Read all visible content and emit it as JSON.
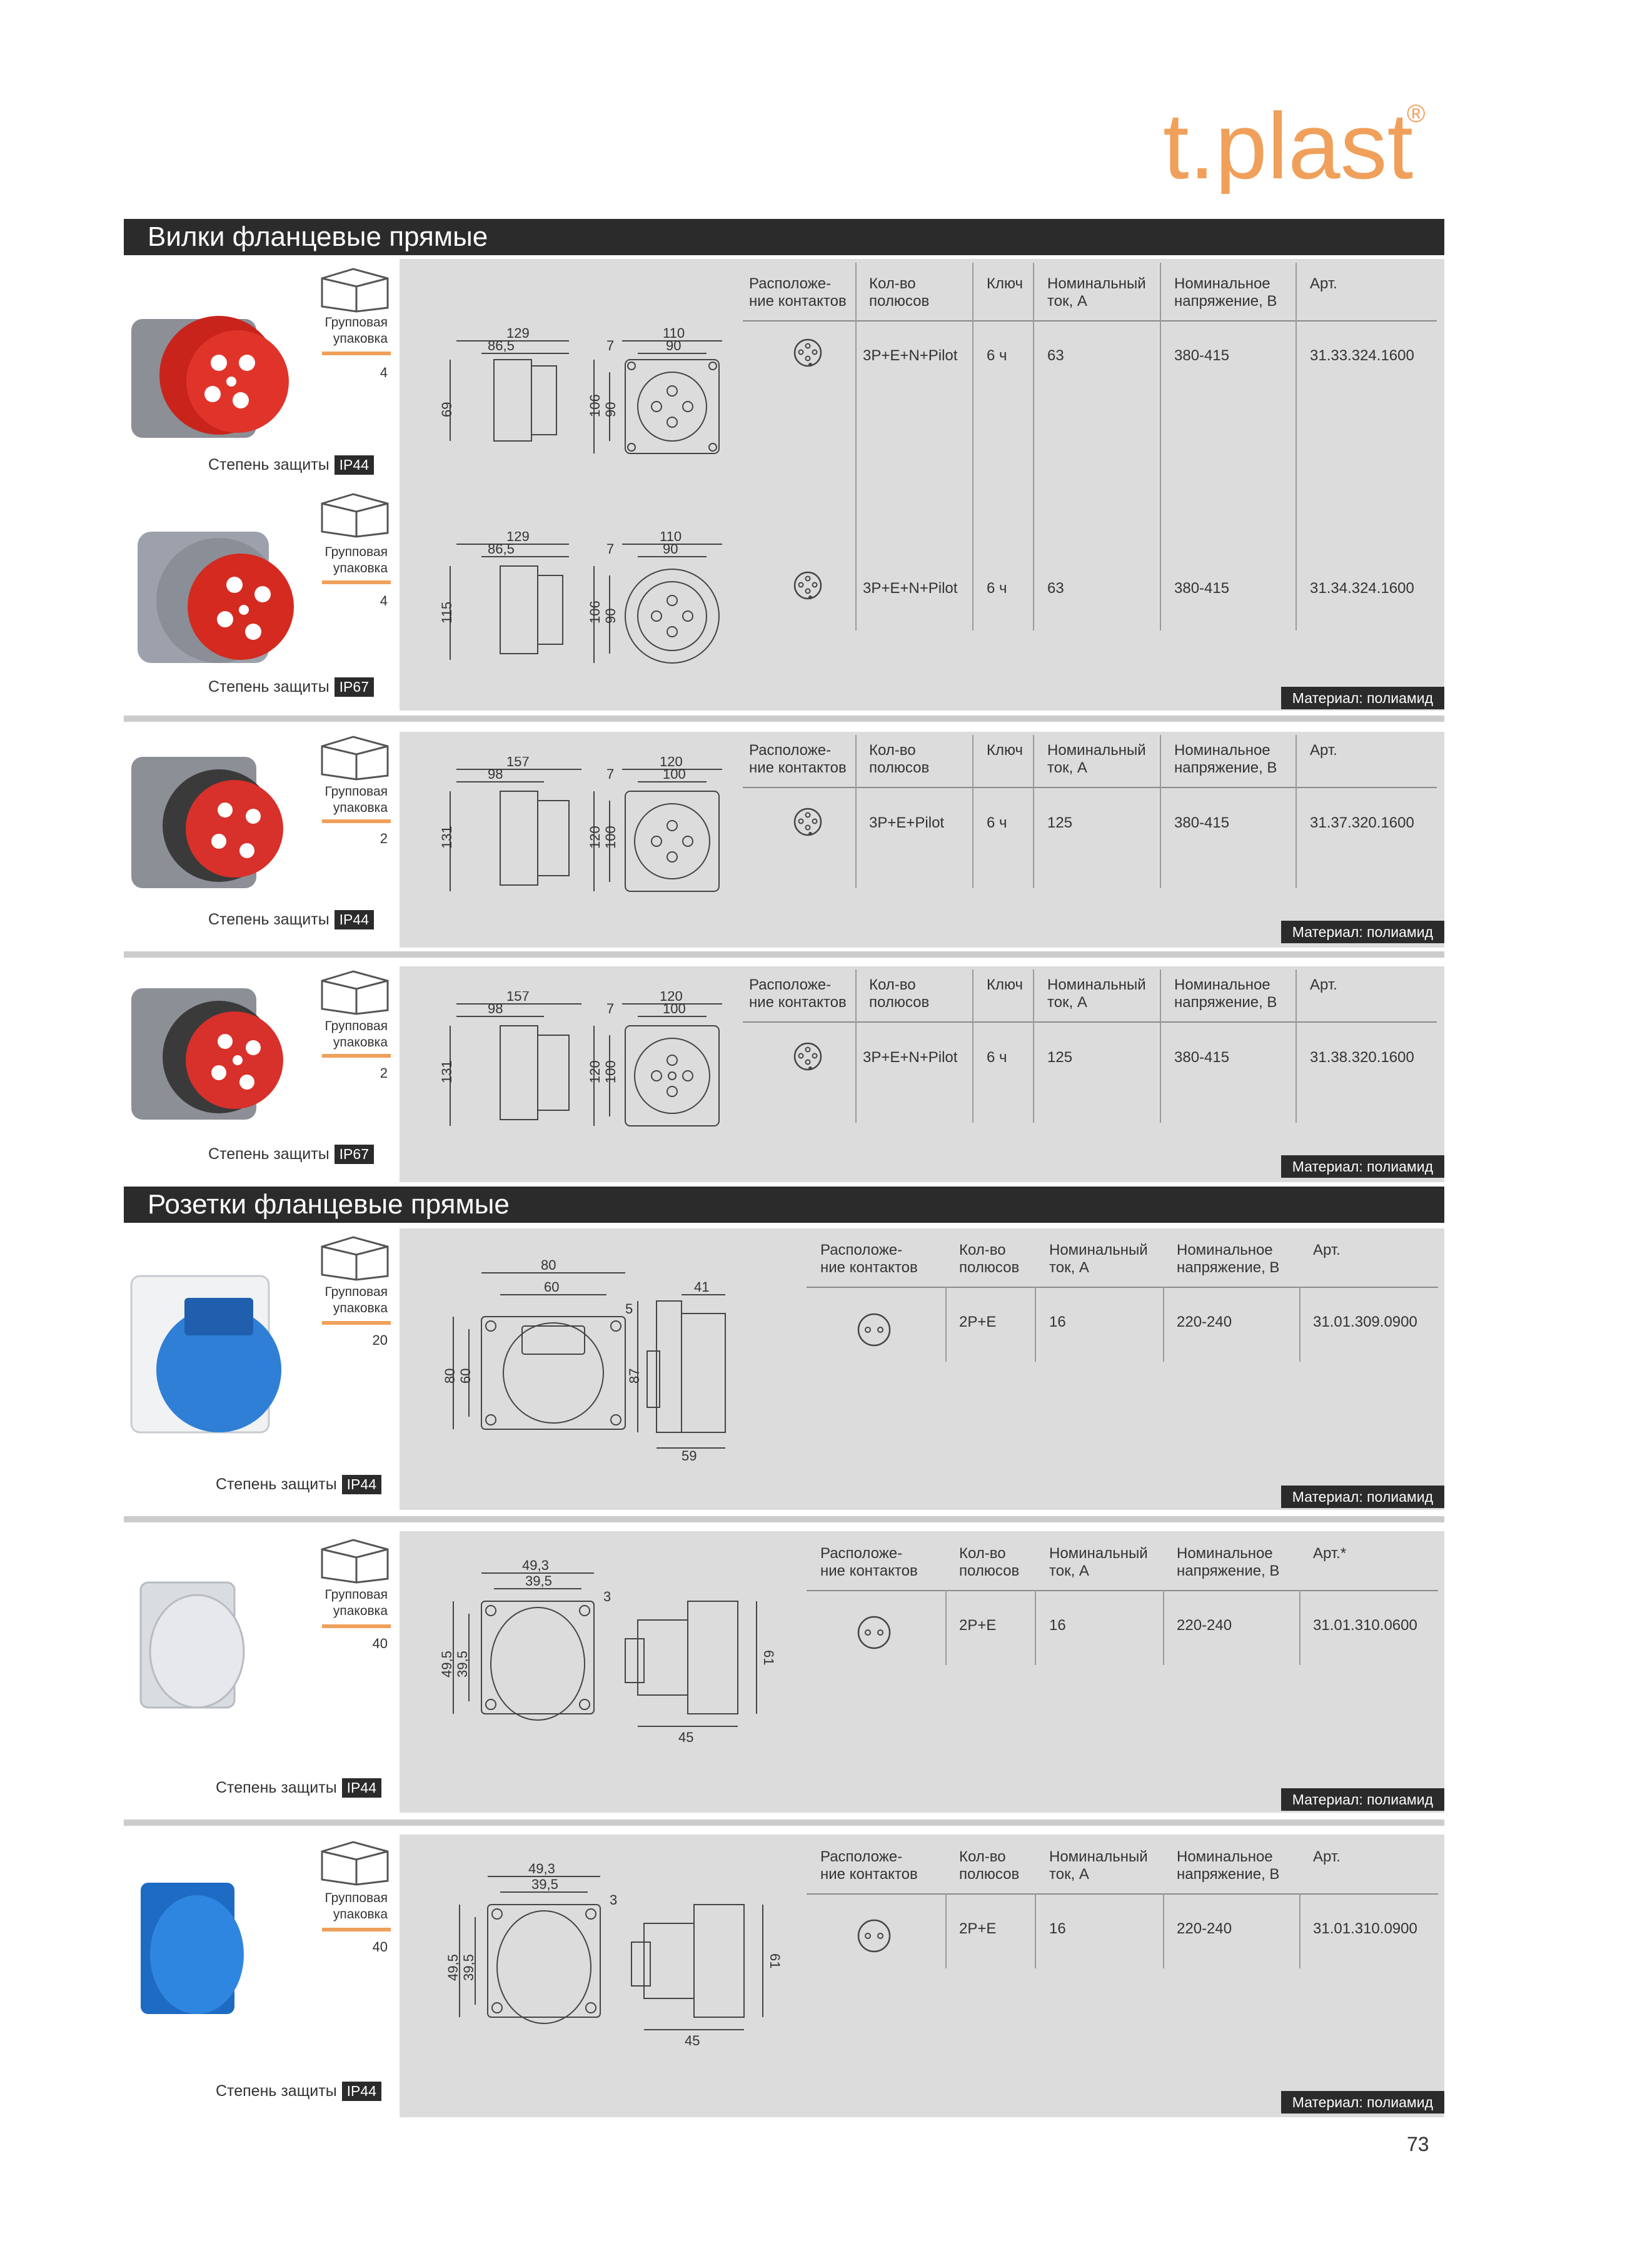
{
  "logo": {
    "text": "t.plast",
    "reg": "®"
  },
  "sections": {
    "plugs_title": "Вилки фланцевые прямые",
    "sockets_title": "Розетки фланцевые прямые"
  },
  "common": {
    "pack_label_1": "Групповая",
    "pack_label_2": "упаковка",
    "protection_label": "Степень защиты",
    "material": "Материал: полиамид"
  },
  "table_headers": {
    "contacts": [
      "Расположе-",
      "ние контактов"
    ],
    "poles": [
      "Кол-во",
      "полюсов"
    ],
    "key": "Ключ",
    "current": [
      "Номинальный",
      "ток, А"
    ],
    "voltage": [
      "Номинальное",
      "напряжение, В"
    ],
    "art": "Арт.",
    "art_star": "Арт.*"
  },
  "products": [
    {
      "pack": "4",
      "ip": "IP44",
      "poles": "3P+E+N+Pilot",
      "key": "6 ч",
      "current": "63",
      "voltage": "380-415",
      "art": "31.33.324.1600",
      "dims": [
        "129",
        "86,5",
        "110",
        "90",
        "7",
        "69",
        "106",
        "90"
      ]
    },
    {
      "pack": "4",
      "ip": "IP67",
      "poles": "3P+E+N+Pilot",
      "key": "6 ч",
      "current": "63",
      "voltage": "380-415",
      "art": "31.34.324.1600",
      "dims": [
        "129",
        "86,5",
        "110",
        "90",
        "7",
        "115",
        "106",
        "90"
      ]
    },
    {
      "pack": "2",
      "ip": "IP44",
      "poles": "3P+E+Pilot",
      "key": "6 ч",
      "current": "125",
      "voltage": "380-415",
      "art": "31.37.320.1600",
      "dims": [
        "157",
        "98",
        "120",
        "100",
        "7",
        "131",
        "120",
        "100"
      ]
    },
    {
      "pack": "2",
      "ip": "IP67",
      "poles": "3P+E+N+Pilot",
      "key": "6 ч",
      "current": "125",
      "voltage": "380-415",
      "art": "31.38.320.1600",
      "dims": [
        "157",
        "98",
        "120",
        "100",
        "7",
        "131",
        "120",
        "100"
      ]
    },
    {
      "pack": "20",
      "ip": "IP44",
      "poles": "2P+E",
      "current": "16",
      "voltage": "220-240",
      "art": "31.01.309.0900",
      "dims": [
        "80",
        "60",
        "5",
        "41",
        "80",
        "60",
        "87",
        "59"
      ]
    },
    {
      "pack": "40",
      "ip": "IP44",
      "poles": "2P+E",
      "current": "16",
      "voltage": "220-240",
      "art": "31.01.310.0600",
      "dims": [
        "49,3",
        "39,5",
        "3",
        "49,5",
        "39,5",
        "61",
        "45"
      ]
    },
    {
      "pack": "40",
      "ip": "IP44",
      "poles": "2P+E",
      "current": "16",
      "voltage": "220-240",
      "art": "31.01.310.0900",
      "dims": [
        "49,3",
        "39,5",
        "3",
        "49,5",
        "39,5",
        "61",
        "45"
      ]
    }
  ],
  "page_number": "73",
  "colors": {
    "accent": "#f0a05a",
    "dark_bar": "#2b2b2b",
    "panel": "#dcdcdc",
    "plug_red": "#d42a20",
    "socket_blue": "#2f7fd6"
  }
}
